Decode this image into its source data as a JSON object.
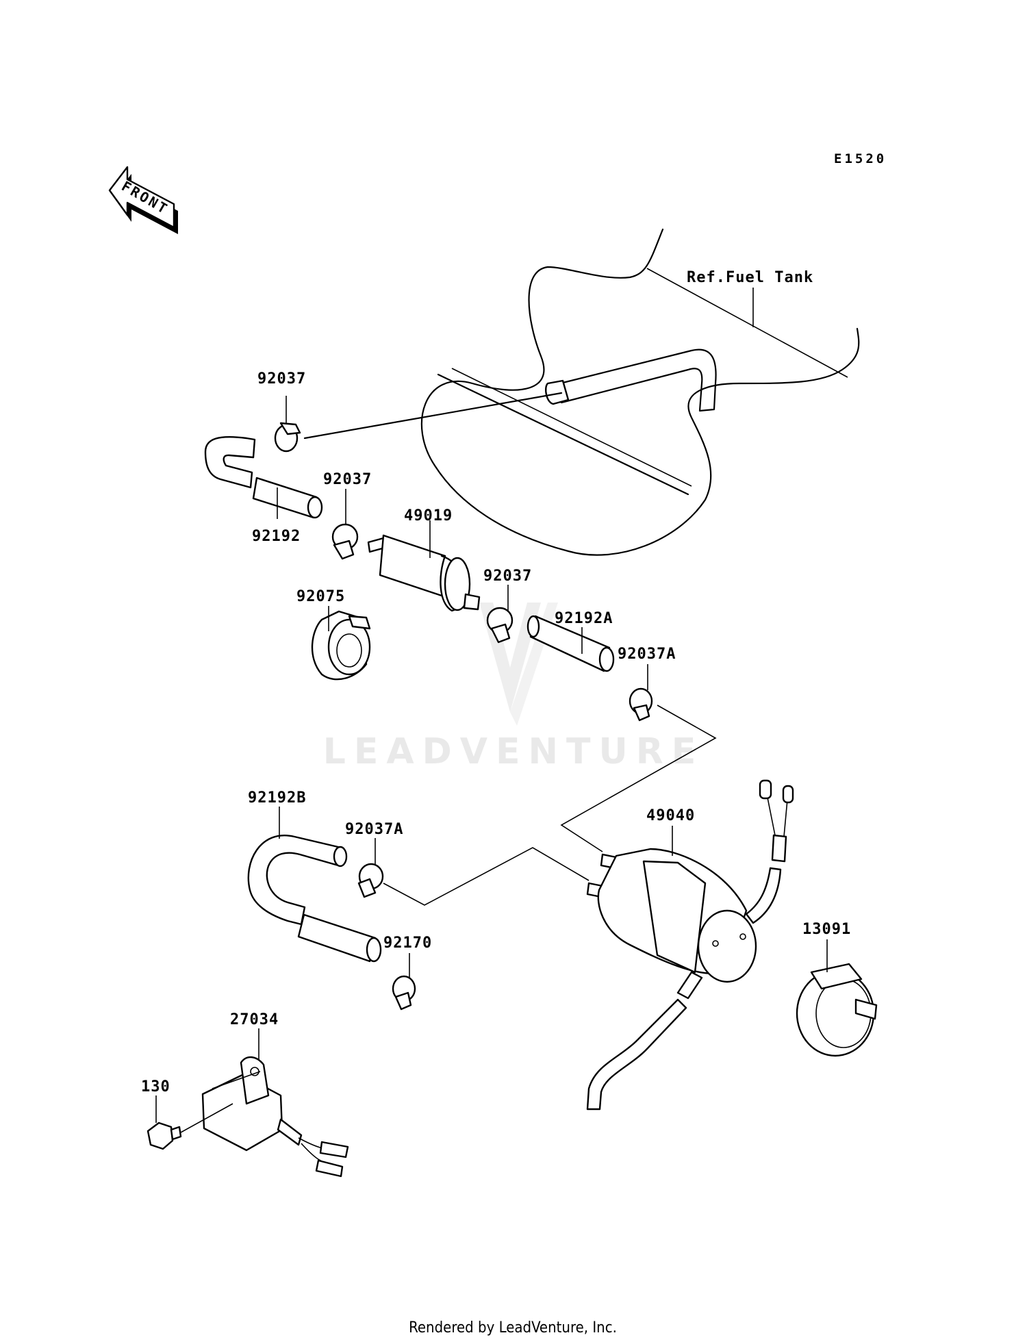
{
  "diagram_code": "E1520",
  "front_label": "FRONT",
  "ref_label": "Ref.Fuel Tank",
  "watermark": "LEADVENTURE",
  "footer": "Rendered by LeadVenture, Inc.",
  "parts": {
    "p92037_a": "92037",
    "p92037_b": "92037",
    "p92037_c": "92037",
    "p92192": "92192",
    "p49019": "49019",
    "p92075": "92075",
    "p92192A": "92192A",
    "p92037A_a": "92037A",
    "p92192B": "92192B",
    "p92037A_b": "92037A",
    "p49040": "49040",
    "p13091": "13091",
    "p92170": "92170",
    "p27034": "27034",
    "p130": "130"
  }
}
